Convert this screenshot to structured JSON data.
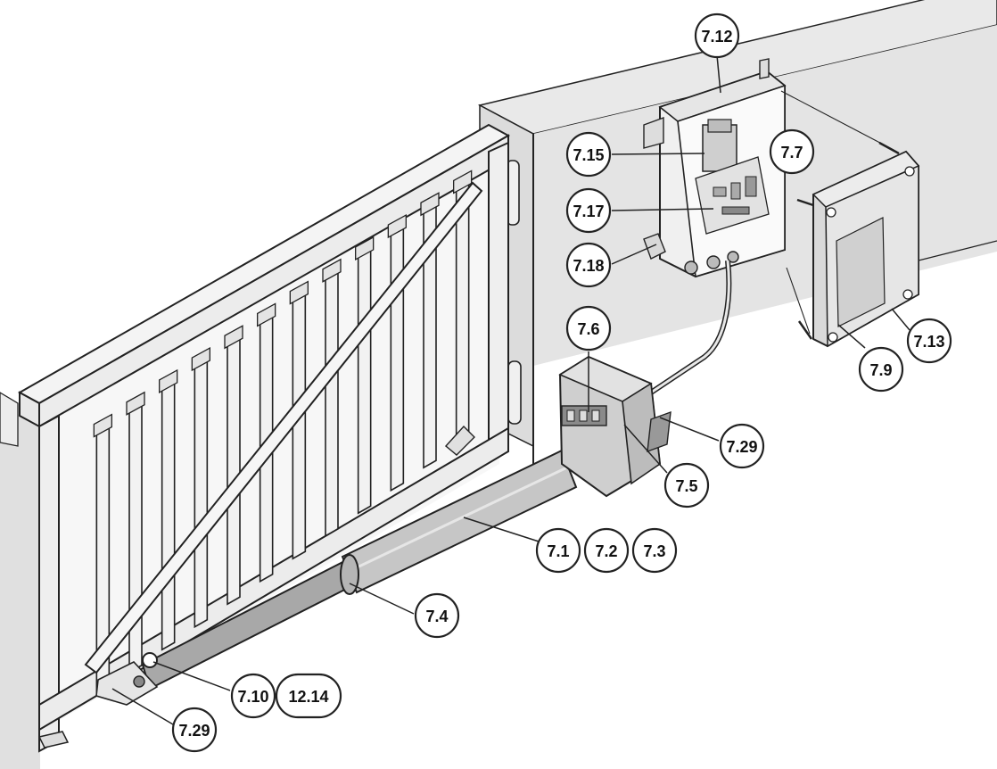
{
  "callouts": {
    "c7_12": "7.12",
    "c7_15": "7.15",
    "c7_7": "7.7",
    "c7_17": "7.17",
    "c7_18": "7.18",
    "c7_6": "7.6",
    "c7_13": "7.13",
    "c7_9": "7.9",
    "c7_29_top": "7.29",
    "c7_5": "7.5",
    "c7_1": "7.1",
    "c7_2": "7.2",
    "c7_3": "7.3",
    "c7_4": "7.4",
    "c7_10": "7.10",
    "c12_14": "12.14",
    "c7_29_bottom": "7.29"
  },
  "colors": {
    "wall": "#e4e4e4",
    "wall_front": "#f2f2f2",
    "gate": "#f7f7f7",
    "actuator": "#c9c9c9",
    "actuator_dark": "#9d9d9d",
    "box": "#eeeeee",
    "line": "#222222"
  }
}
